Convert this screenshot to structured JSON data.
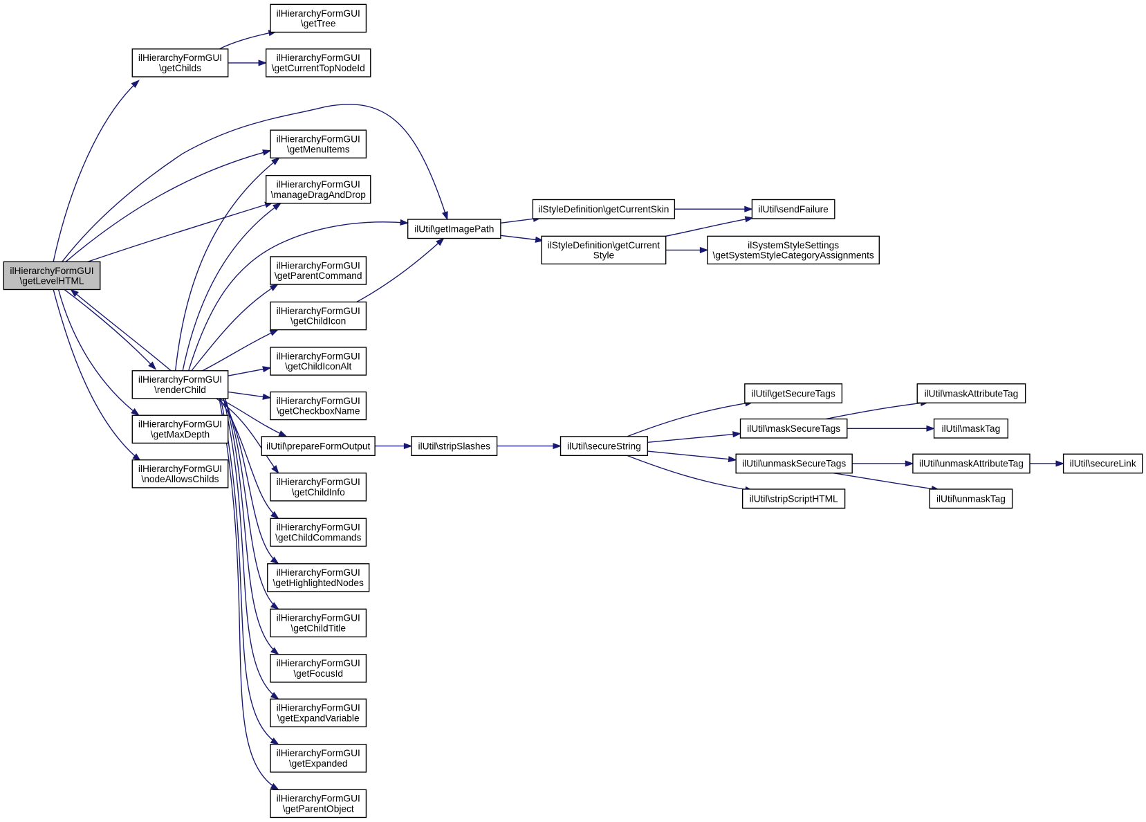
{
  "colors": {
    "edge": "#191970",
    "root_fill": "#bfbfbf",
    "node_fill": "#ffffff",
    "node_border": "#000000"
  },
  "nodes": [
    {
      "id": "getLevelHTML",
      "lines": [
        "ilHierarchyFormGUI",
        "\\getLevelHTML"
      ],
      "root": true
    },
    {
      "id": "getChilds",
      "lines": [
        "ilHierarchyFormGUI",
        "\\getChilds"
      ]
    },
    {
      "id": "getTree",
      "lines": [
        "ilHierarchyFormGUI",
        "\\getTree"
      ]
    },
    {
      "id": "getCurrentTopNodeId",
      "lines": [
        "ilHierarchyFormGUI",
        "\\getCurrentTopNodeId"
      ]
    },
    {
      "id": "getMenuItems",
      "lines": [
        "ilHierarchyFormGUI",
        "\\getMenuItems"
      ]
    },
    {
      "id": "manageDragAndDrop",
      "lines": [
        "ilHierarchyFormGUI",
        "\\manageDragAndDrop"
      ]
    },
    {
      "id": "getImagePath",
      "lines": [
        "ilUtil\\getImagePath"
      ]
    },
    {
      "id": "getCurrentSkin",
      "lines": [
        "ilStyleDefinition\\getCurrentSkin"
      ]
    },
    {
      "id": "sendFailure",
      "lines": [
        "ilUtil\\sendFailure"
      ]
    },
    {
      "id": "getCurrentStyle",
      "lines": [
        "ilStyleDefinition\\getCurrent",
        "Style"
      ]
    },
    {
      "id": "getSystemStyleCategoryAssignments",
      "lines": [
        "ilSystemStyleSettings",
        "\\getSystemStyleCategoryAssignments"
      ]
    },
    {
      "id": "getParentCommand",
      "lines": [
        "ilHierarchyFormGUI",
        "\\getParentCommand"
      ]
    },
    {
      "id": "getChildIcon",
      "lines": [
        "ilHierarchyFormGUI",
        "\\getChildIcon"
      ]
    },
    {
      "id": "getChildIconAlt",
      "lines": [
        "ilHierarchyFormGUI",
        "\\getChildIconAlt"
      ]
    },
    {
      "id": "renderChild",
      "lines": [
        "ilHierarchyFormGUI",
        "\\renderChild"
      ]
    },
    {
      "id": "getCheckboxName",
      "lines": [
        "ilHierarchyFormGUI",
        "\\getCheckboxName"
      ]
    },
    {
      "id": "getMaxDepth",
      "lines": [
        "ilHierarchyFormGUI",
        "\\getMaxDepth"
      ]
    },
    {
      "id": "prepareFormOutput",
      "lines": [
        "ilUtil\\prepareFormOutput"
      ]
    },
    {
      "id": "stripSlashes",
      "lines": [
        "ilUtil\\stripSlashes"
      ]
    },
    {
      "id": "secureString",
      "lines": [
        "ilUtil\\secureString"
      ]
    },
    {
      "id": "getSecureTags",
      "lines": [
        "ilUtil\\getSecureTags"
      ]
    },
    {
      "id": "maskSecureTags",
      "lines": [
        "ilUtil\\maskSecureTags"
      ]
    },
    {
      "id": "maskAttributeTag",
      "lines": [
        "ilUtil\\maskAttributeTag"
      ]
    },
    {
      "id": "maskTag",
      "lines": [
        "ilUtil\\maskTag"
      ]
    },
    {
      "id": "unmaskSecureTags",
      "lines": [
        "ilUtil\\unmaskSecureTags"
      ]
    },
    {
      "id": "unmaskAttributeTag",
      "lines": [
        "ilUtil\\unmaskAttributeTag"
      ]
    },
    {
      "id": "secureLink",
      "lines": [
        "ilUtil\\secureLink"
      ]
    },
    {
      "id": "stripScriptHTML",
      "lines": [
        "ilUtil\\stripScriptHTML"
      ]
    },
    {
      "id": "unmaskTag",
      "lines": [
        "ilUtil\\unmaskTag"
      ]
    },
    {
      "id": "nodeAllowsChilds",
      "lines": [
        "ilHierarchyFormGUI",
        "\\nodeAllowsChilds"
      ]
    },
    {
      "id": "getChildInfo",
      "lines": [
        "ilHierarchyFormGUI",
        "\\getChildInfo"
      ]
    },
    {
      "id": "getChildCommands",
      "lines": [
        "ilHierarchyFormGUI",
        "\\getChildCommands"
      ]
    },
    {
      "id": "getHighlightedNodes",
      "lines": [
        "ilHierarchyFormGUI",
        "\\getHighlightedNodes"
      ]
    },
    {
      "id": "getChildTitle",
      "lines": [
        "ilHierarchyFormGUI",
        "\\getChildTitle"
      ]
    },
    {
      "id": "getFocusId",
      "lines": [
        "ilHierarchyFormGUI",
        "\\getFocusId"
      ]
    },
    {
      "id": "getExpandVariable",
      "lines": [
        "ilHierarchyFormGUI",
        "\\getExpandVariable"
      ]
    },
    {
      "id": "getExpanded",
      "lines": [
        "ilHierarchyFormGUI",
        "\\getExpanded"
      ]
    },
    {
      "id": "getParentObject",
      "lines": [
        "ilHierarchyFormGUI",
        "\\getParentObject"
      ]
    }
  ],
  "edges": [
    {
      "from": "getLevelHTML",
      "to": "getChilds"
    },
    {
      "from": "getLevelHTML",
      "to": "getMenuItems"
    },
    {
      "from": "getLevelHTML",
      "to": "manageDragAndDrop"
    },
    {
      "from": "getLevelHTML",
      "to": "getImagePath"
    },
    {
      "from": "getLevelHTML",
      "to": "renderChild"
    },
    {
      "from": "getLevelHTML",
      "to": "getMaxDepth"
    },
    {
      "from": "getLevelHTML",
      "to": "nodeAllowsChilds"
    },
    {
      "from": "getChilds",
      "to": "getTree"
    },
    {
      "from": "getChilds",
      "to": "getCurrentTopNodeId"
    },
    {
      "from": "getImagePath",
      "to": "getCurrentSkin"
    },
    {
      "from": "getImagePath",
      "to": "getCurrentStyle"
    },
    {
      "from": "getCurrentSkin",
      "to": "sendFailure"
    },
    {
      "from": "getCurrentStyle",
      "to": "sendFailure"
    },
    {
      "from": "getCurrentStyle",
      "to": "getSystemStyleCategoryAssignments"
    },
    {
      "from": "getChildIcon",
      "to": "getImagePath"
    },
    {
      "from": "renderChild",
      "to": "getLevelHTML"
    },
    {
      "from": "renderChild",
      "to": "getMenuItems"
    },
    {
      "from": "renderChild",
      "to": "manageDragAndDrop"
    },
    {
      "from": "renderChild",
      "to": "getImagePath"
    },
    {
      "from": "renderChild",
      "to": "getParentCommand"
    },
    {
      "from": "renderChild",
      "to": "getChildIcon"
    },
    {
      "from": "renderChild",
      "to": "getChildIconAlt"
    },
    {
      "from": "renderChild",
      "to": "getCheckboxName"
    },
    {
      "from": "renderChild",
      "to": "prepareFormOutput"
    },
    {
      "from": "renderChild",
      "to": "getChildInfo"
    },
    {
      "from": "renderChild",
      "to": "getChildCommands"
    },
    {
      "from": "renderChild",
      "to": "getHighlightedNodes"
    },
    {
      "from": "renderChild",
      "to": "getChildTitle"
    },
    {
      "from": "renderChild",
      "to": "getFocusId"
    },
    {
      "from": "renderChild",
      "to": "getExpandVariable"
    },
    {
      "from": "renderChild",
      "to": "getExpanded"
    },
    {
      "from": "renderChild",
      "to": "getParentObject"
    },
    {
      "from": "prepareFormOutput",
      "to": "stripSlashes"
    },
    {
      "from": "stripSlashes",
      "to": "secureString"
    },
    {
      "from": "secureString",
      "to": "getSecureTags"
    },
    {
      "from": "secureString",
      "to": "maskSecureTags"
    },
    {
      "from": "secureString",
      "to": "unmaskSecureTags"
    },
    {
      "from": "secureString",
      "to": "stripScriptHTML"
    },
    {
      "from": "maskSecureTags",
      "to": "maskAttributeTag"
    },
    {
      "from": "maskSecureTags",
      "to": "maskTag"
    },
    {
      "from": "unmaskSecureTags",
      "to": "unmaskAttributeTag"
    },
    {
      "from": "unmaskSecureTags",
      "to": "unmaskTag"
    },
    {
      "from": "unmaskAttributeTag",
      "to": "secureLink"
    }
  ]
}
